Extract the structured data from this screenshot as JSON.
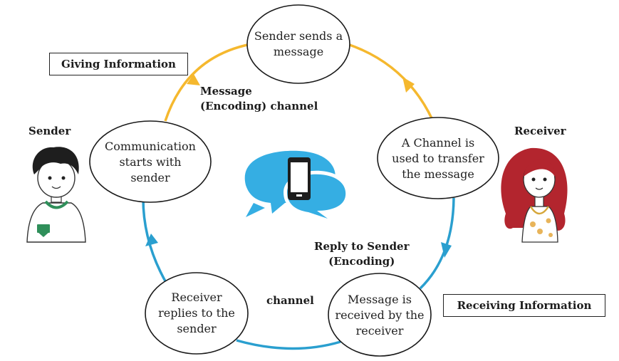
{
  "diagram": {
    "type": "communication-cycle",
    "colors": {
      "giving_arc": "#f5b82e",
      "receiving_arc": "#2a9fcf",
      "ellipse_stroke": "#1a1a1a",
      "chat_bubble": "#35aee3",
      "phone_body": "#1d1d1d",
      "sender_shirt_accent": "#2f8f5a",
      "receiver_hair": "#b3252e",
      "receiver_dots": "#e8b45a"
    },
    "people": {
      "sender": {
        "label": "Sender"
      },
      "receiver": {
        "label": "Receiver"
      }
    },
    "boxes": {
      "giving": "Giving Information",
      "receiving": "Receiving Information"
    },
    "steps": [
      {
        "id": "start",
        "text": "Communication\nstarts with\nsender"
      },
      {
        "id": "send",
        "text": "Sender sends a\nmessage"
      },
      {
        "id": "channel",
        "text": "A Channel is\nused to transfer\nthe message"
      },
      {
        "id": "received",
        "text": "Message is\nreceived by the\nreceiver"
      },
      {
        "id": "reply",
        "text": "Receiver\nreplies to the\nsender"
      }
    ],
    "edge_labels": {
      "message_channel": "Message\n(Encoding) channel",
      "reply_to_sender": "Reply to Sender\n(Encoding)",
      "channel": "channel"
    },
    "center_icon": "chat-bubbles-phone-icon"
  }
}
